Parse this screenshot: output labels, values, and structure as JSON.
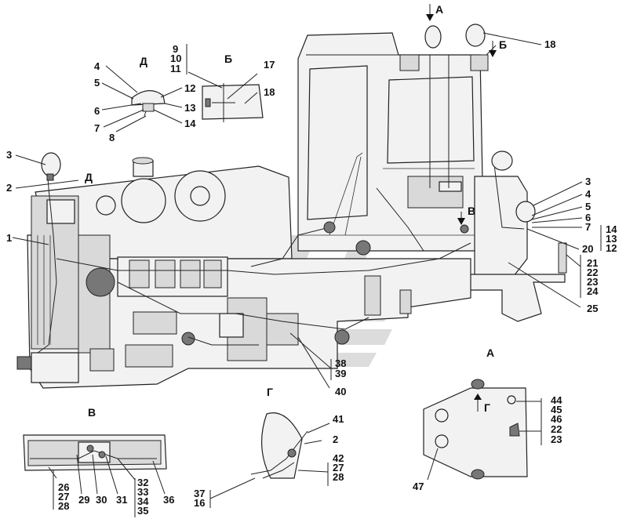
{
  "views": {
    "A": "А",
    "B": "Б",
    "V": "В",
    "G": "Г",
    "D": "Д"
  },
  "labels": {
    "l1": "1",
    "l2": "2",
    "l3": "3",
    "l4": "4",
    "l5": "5",
    "l6": "6",
    "l7": "7",
    "l8": "8",
    "l9": "9",
    "l10": "10",
    "l11": "11",
    "l12": "12",
    "l13": "13",
    "l14": "14",
    "l16": "16",
    "l17": "17",
    "l18": "18",
    "l20": "20",
    "l21": "21",
    "l22": "22",
    "l23": "23",
    "l24": "24",
    "l25": "25",
    "l26": "26",
    "l27": "27",
    "l28": "28",
    "l29": "29",
    "l30": "30",
    "l31": "31",
    "l32": "32",
    "l33": "33",
    "l34": "34",
    "l35": "35",
    "l36": "36",
    "l37": "37",
    "l38": "38",
    "l39": "39",
    "l40": "40",
    "l41": "41",
    "l42": "42",
    "l44": "44",
    "l45": "45",
    "l46": "46",
    "l47": "47"
  }
}
